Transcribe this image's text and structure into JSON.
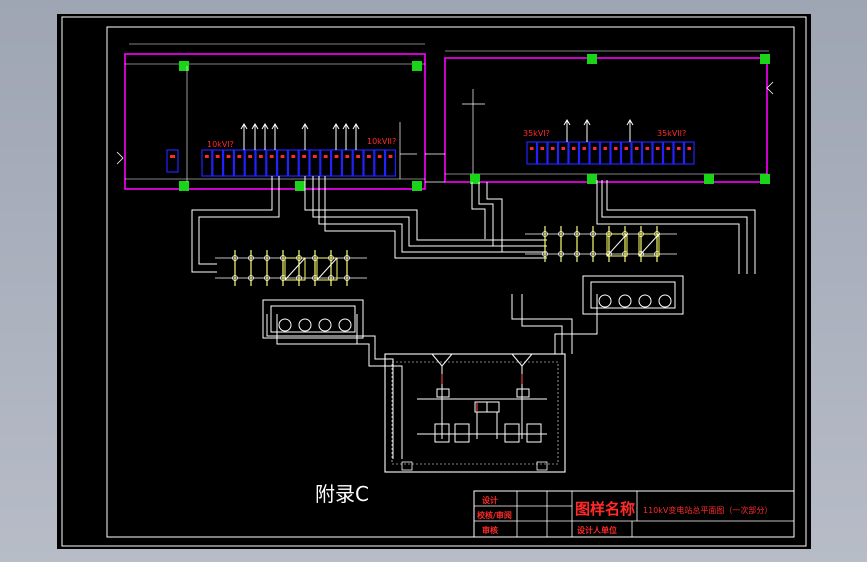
{
  "appendix_label": "附录C",
  "title_block": {
    "row_labels": [
      "设计",
      "校核/审阅",
      "审核"
    ],
    "drawing_name_label": "图样名称",
    "drawing_title": "110kV变电站总平面图（一次部分）",
    "design_unit_label": "设计人单位"
  },
  "left_panel": {
    "bus_label_a": "10kVI?",
    "bus_label_b": "10kVII?"
  },
  "right_panel": {
    "bus_label_a": "35kVI?",
    "bus_label_b": "35kVII?"
  },
  "colors": {
    "background": "#000000",
    "frame": "#ffffff",
    "wall": "#ff00ff",
    "equipment": "#2222ff",
    "node": "#19d419",
    "label": "#ff2a2a",
    "steel": "#ffff66"
  }
}
